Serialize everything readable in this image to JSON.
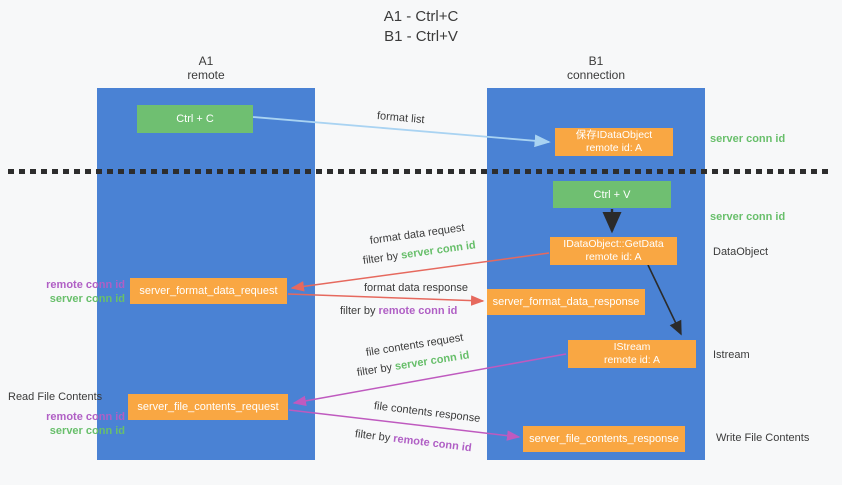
{
  "title": {
    "line1": "A1 - Ctrl+C",
    "line2": "B1 - Ctrl+V"
  },
  "lifelines": {
    "a1": {
      "name": "A1",
      "subtitle": "remote"
    },
    "b1": {
      "name": "B1",
      "subtitle": "connection"
    }
  },
  "nodes": {
    "ctrl_c": {
      "label": "Ctrl + C"
    },
    "save_idataobject": {
      "line1": "保存IDataObject",
      "line2": "remote id: A"
    },
    "ctrl_v": {
      "label": "Ctrl + V"
    },
    "getdata": {
      "line1": "IDataObject::GetData",
      "line2": "remote id: A"
    },
    "format_request": {
      "label": "server_format_data_request"
    },
    "format_response": {
      "label": "server_format_data_response"
    },
    "istream": {
      "line1": "IStream",
      "line2": "remote id: A"
    },
    "file_request": {
      "label": "server_file_contents_request"
    },
    "file_response": {
      "label": "server_file_contents_response"
    }
  },
  "edge_labels": {
    "format_list": "format list",
    "format_data_request": "format data request",
    "format_data_response": "format data response",
    "file_contents_request": "file contents request",
    "file_contents_response": "file contents response",
    "filter_by": "filter by",
    "server_conn_id": "server conn id",
    "remote_conn_id": "remote conn id"
  },
  "side_labels": {
    "server_conn_id": "server conn id",
    "remote_conn_id": "remote conn id",
    "dataobject": "DataObject",
    "istream": "Istream",
    "write_file_contents": "Write File Contents",
    "read_file_contents": "Read File Contents"
  },
  "colors": {
    "lifeline_blue": "#4a82d4",
    "node_green": "#6fbf71",
    "node_orange": "#f9a743",
    "arrow_lightblue": "#a9d3f2",
    "arrow_red": "#e6695e",
    "arrow_magenta": "#bf5abf",
    "arrow_black": "#2b2b2b",
    "text_green": "#68bf6b",
    "text_purple": "#b05fc5",
    "text_dark": "#3b3b3b"
  }
}
